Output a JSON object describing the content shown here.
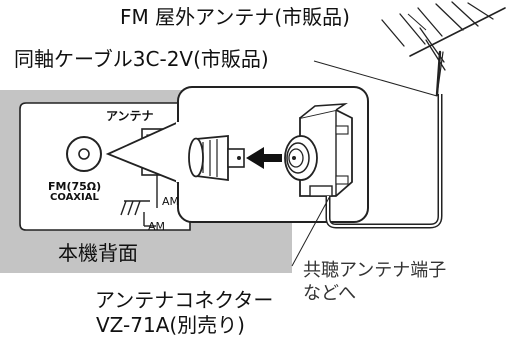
{
  "labels": {
    "fm_antenna": "FM 屋外アンテナ(市販品)",
    "coax_cable": "同軸ケーブル3C-2V(市販品)",
    "panel_title": "アンテナ",
    "fm_jack_line1": "FM(75Ω)",
    "fm_jack_line2": "COAXIAL",
    "am_label_1": "AM",
    "am_label_2": "AM",
    "unit_back": "本機背面",
    "community": "共聴アンテナ端子",
    "community_2": "などへ",
    "connector_line1": "アンテナコネクター",
    "connector_line2": "VZ-71A(別売り)"
  }
}
